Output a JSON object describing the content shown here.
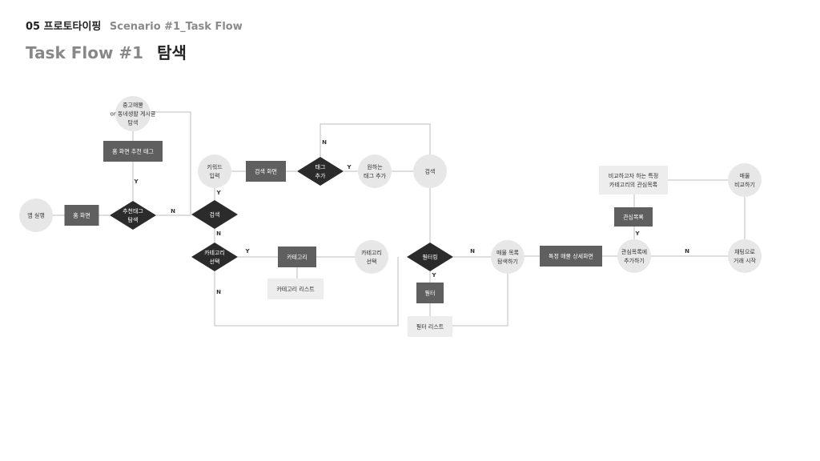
{
  "header": {
    "section": "05 프로토타이핑",
    "scenario": "Scenario #1_Task Flow",
    "title": "Task Flow #1",
    "title_ko": "탐색"
  },
  "colors": {
    "circle": "#e7e7e7",
    "box_dark": "#5f5f5f",
    "box_light": "#ededed",
    "diamond": "#2b2b2b",
    "line": "#bdbdbd"
  },
  "nodes": {
    "app_launch": [
      "앱 실행"
    ],
    "home": [
      "홈 화면"
    ],
    "rec_tag_decision": [
      "추천태그",
      "탐색"
    ],
    "home_rec_tag": [
      "홈 화면 추천 태그"
    ],
    "used_item_board": [
      "중고매물",
      "or 동네생활 게시글",
      "탐색"
    ],
    "search_decision": [
      "검색"
    ],
    "keyword_input": [
      "키워드",
      "입력"
    ],
    "search_screen": [
      "검색 화면"
    ],
    "tag_add_decision": [
      "태그",
      "추가"
    ],
    "desired_tag_add": [
      "원하는",
      "태그 추가"
    ],
    "search_circle": [
      "검색"
    ],
    "category_decision": [
      "카테고리",
      "선택"
    ],
    "category_box": [
      "카테고리"
    ],
    "category_list": [
      "카테고리 리스트"
    ],
    "category_select": [
      "카테고리",
      "선택"
    ],
    "filtering_decision": [
      "필터링"
    ],
    "filter_box": [
      "필터"
    ],
    "filter_list": [
      "필터 리스트"
    ],
    "item_list_browse": [
      "매물 목록",
      "탐색하기"
    ],
    "item_detail": [
      "특정 매물 상세화면"
    ],
    "add_watchlist": [
      "관심목록에",
      "추가하기"
    ],
    "watchlist_box": [
      "관심목록"
    ],
    "category_watchlist": [
      "비교하고자 하는 특정",
      "카테고리의 관심목록"
    ],
    "compare_items": [
      "매물",
      "비교하기"
    ],
    "chat_trade": [
      "채팅으로",
      "거래 시작"
    ]
  },
  "branch_labels": {
    "yes": "Y",
    "no": "N"
  }
}
